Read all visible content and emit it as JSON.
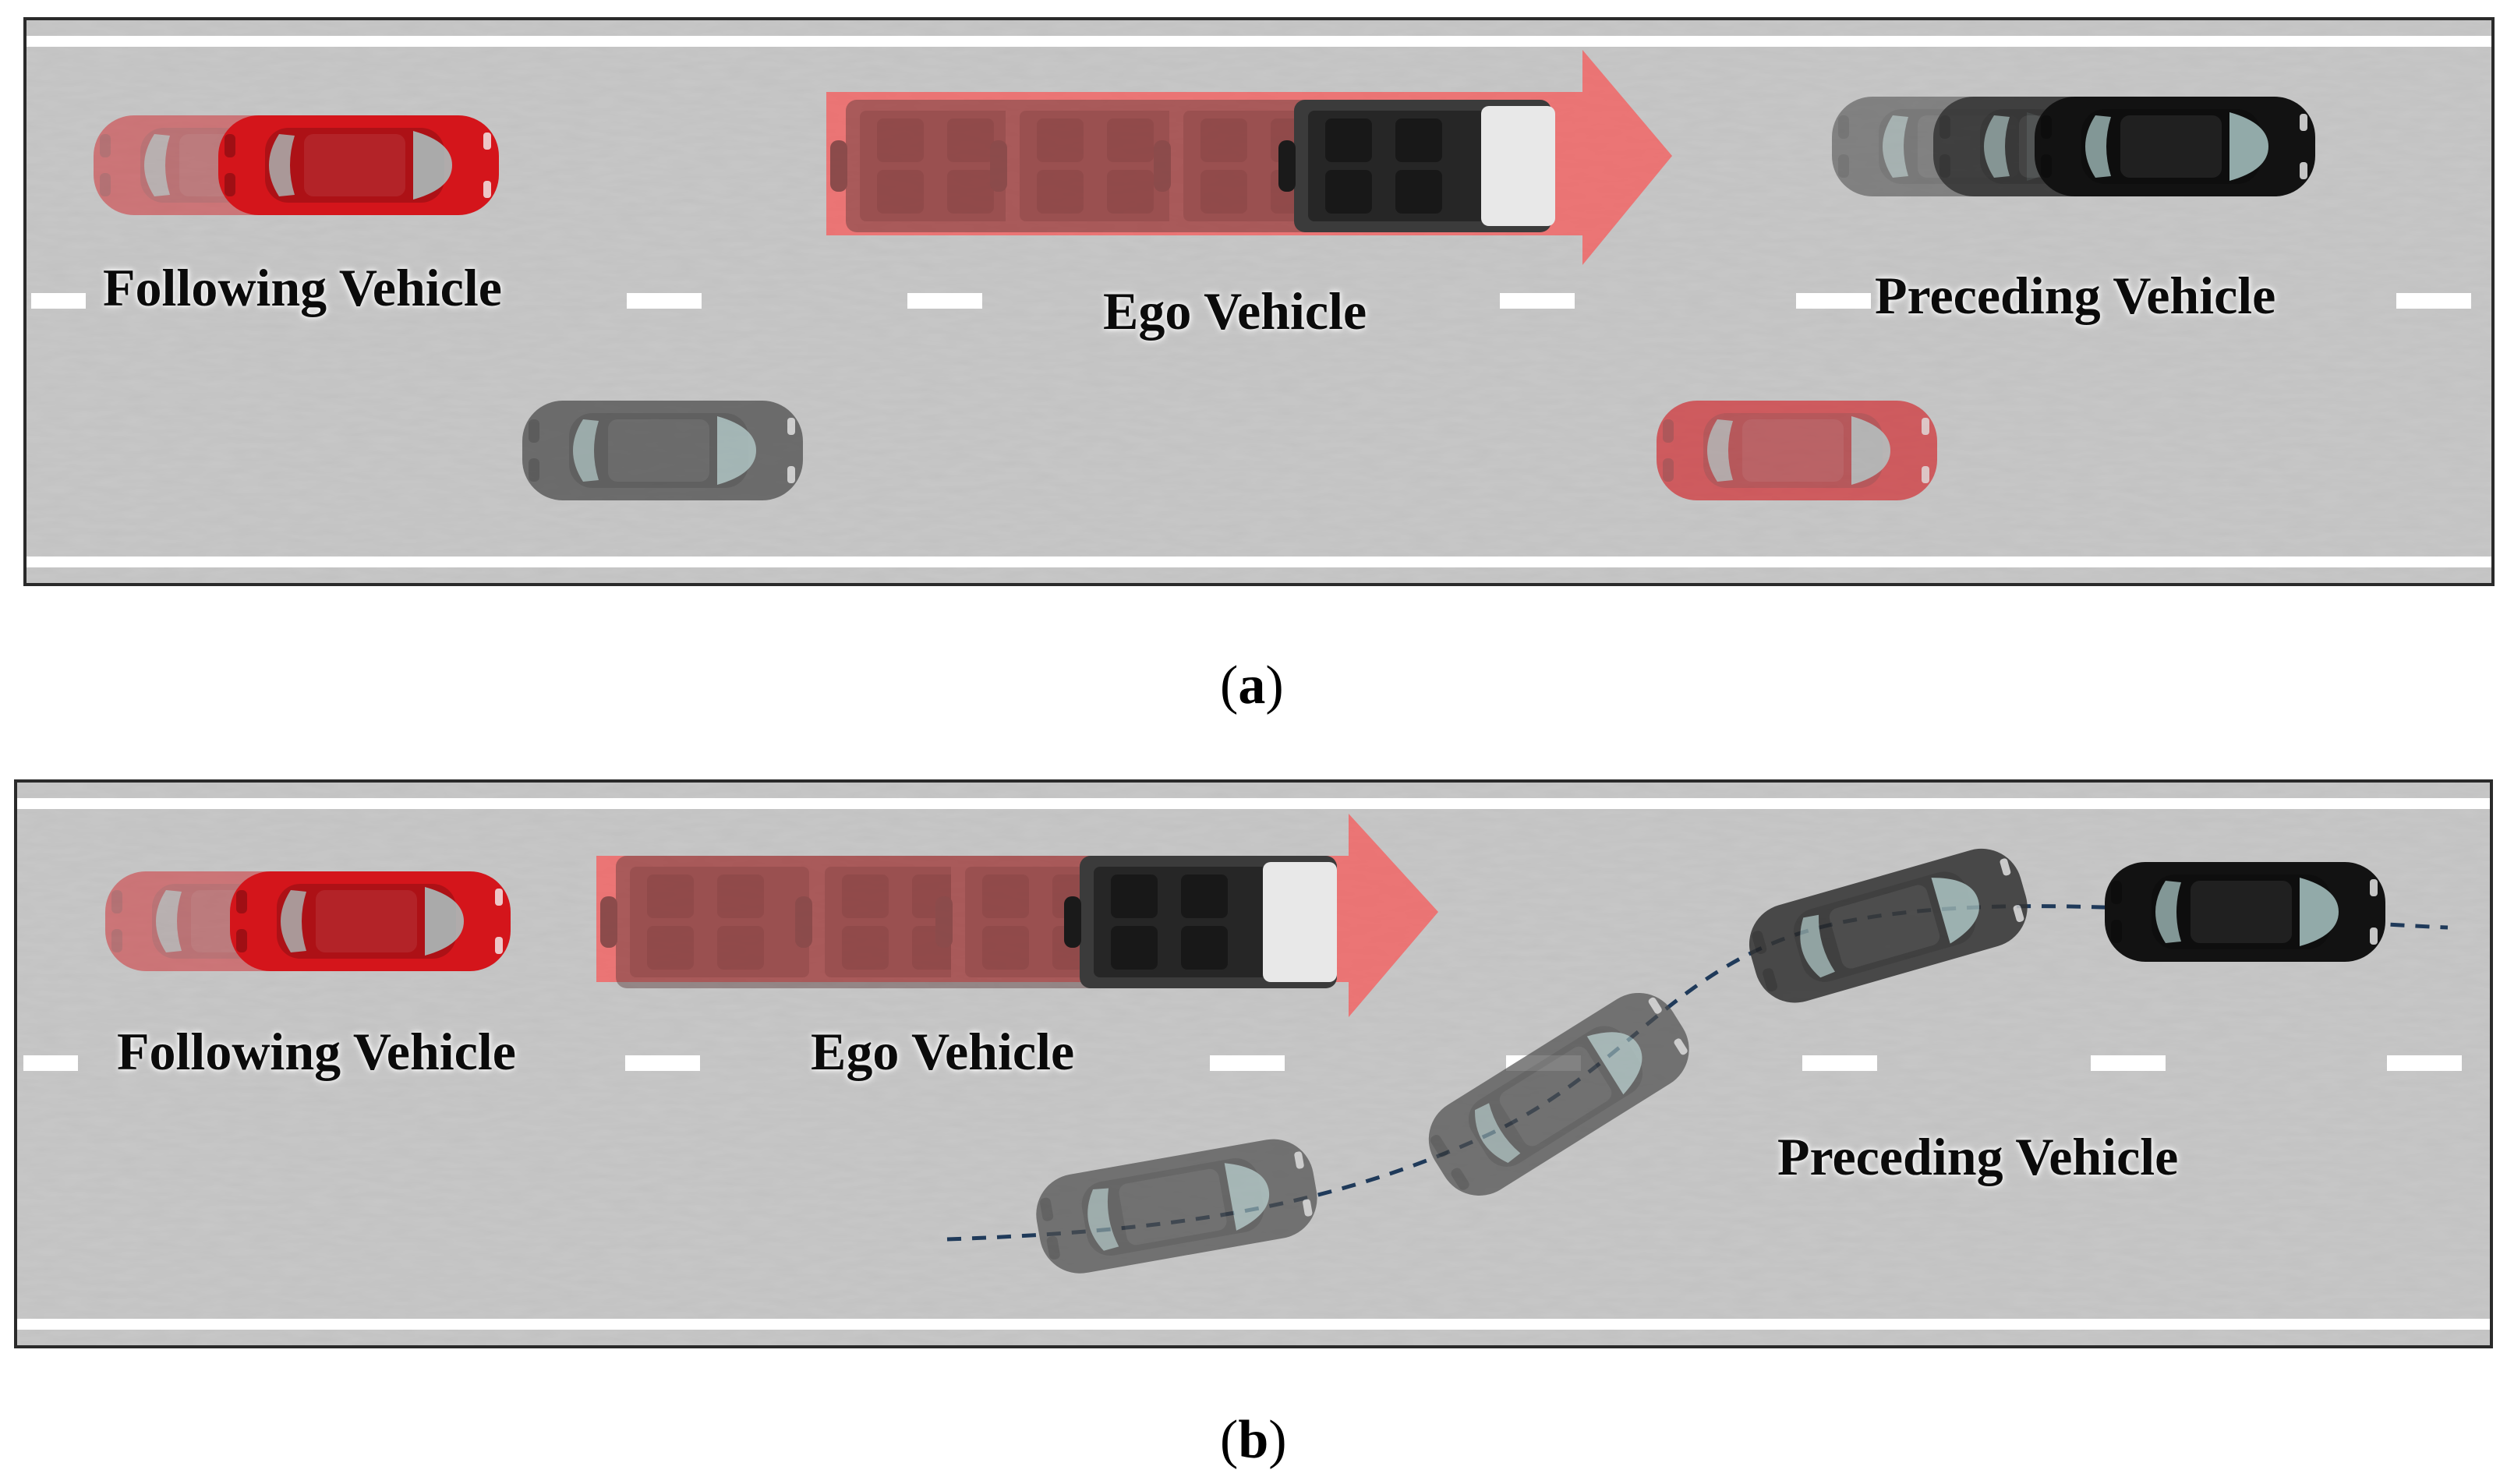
{
  "colors": {
    "road": "#c9c9c9",
    "road_border": "#2a2a2a",
    "lane_marking": "#ffffff",
    "following_vehicle": "#d4151b",
    "preceding_vehicle": "#1c1c1c",
    "ego_vehicle": "#e8e8e8",
    "motion_arrow": "#ee6b6b",
    "trajectory": "#1f3a5a"
  },
  "icons": {
    "following_vehicle": "red-sedan-topview-icon",
    "ego_vehicle": "white-suv-topview-icon",
    "preceding_vehicle": "black-sedan-topview-icon",
    "neighbor_vehicle": "sedan-topview-icon",
    "motion_arrow": "arrow-right-icon"
  },
  "panels": [
    {
      "caption_letter": "a",
      "labels": {
        "following": "Following Vehicle",
        "ego": "Ego Vehicle",
        "preceding": "Preceding Vehicle"
      }
    },
    {
      "caption_letter": "b",
      "labels": {
        "following": "Following Vehicle",
        "ego": "Ego Vehicle",
        "preceding": "Preceding Vehicle"
      }
    }
  ]
}
